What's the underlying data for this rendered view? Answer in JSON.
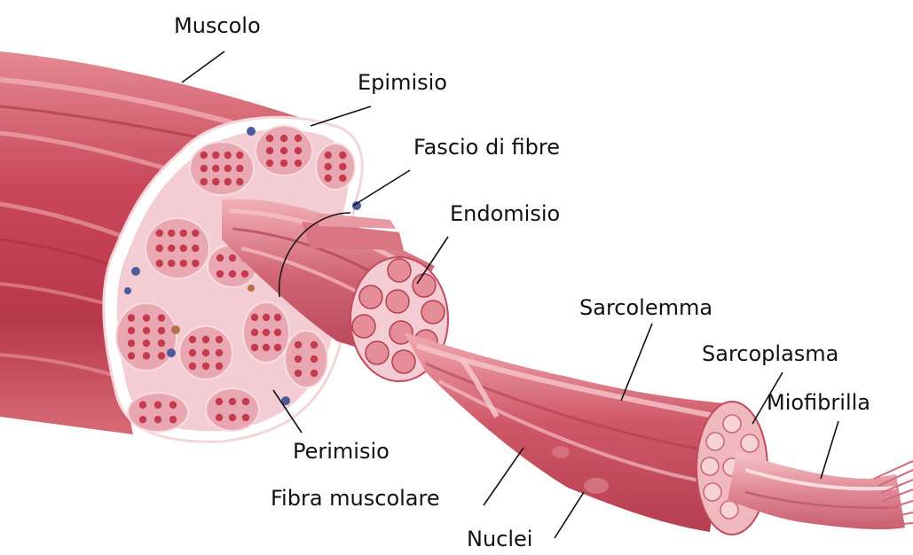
{
  "labels": {
    "muscolo": "Muscolo",
    "epimisio": "Epimisio",
    "fascio": "Fascio di fibre",
    "endomisio": "Endomisio",
    "sarcolemma": "Sarcolemma",
    "sarcoplasma": "Sarcoplasma",
    "miofibrilla": "Miofibrilla",
    "perimisio": "Perimisio",
    "fibra": "Fibra muscolare",
    "nuclei": "Nuclei"
  },
  "colors": {
    "muscle_dark": "#b2344a",
    "muscle_mid": "#cf5a68",
    "muscle_light": "#ef9aa2",
    "connective": "#f3cdd3",
    "fascicle_pink": "#e9a8b1",
    "fibre_dot": "#c43b4e",
    "nucleus": "#4a5b9c"
  }
}
